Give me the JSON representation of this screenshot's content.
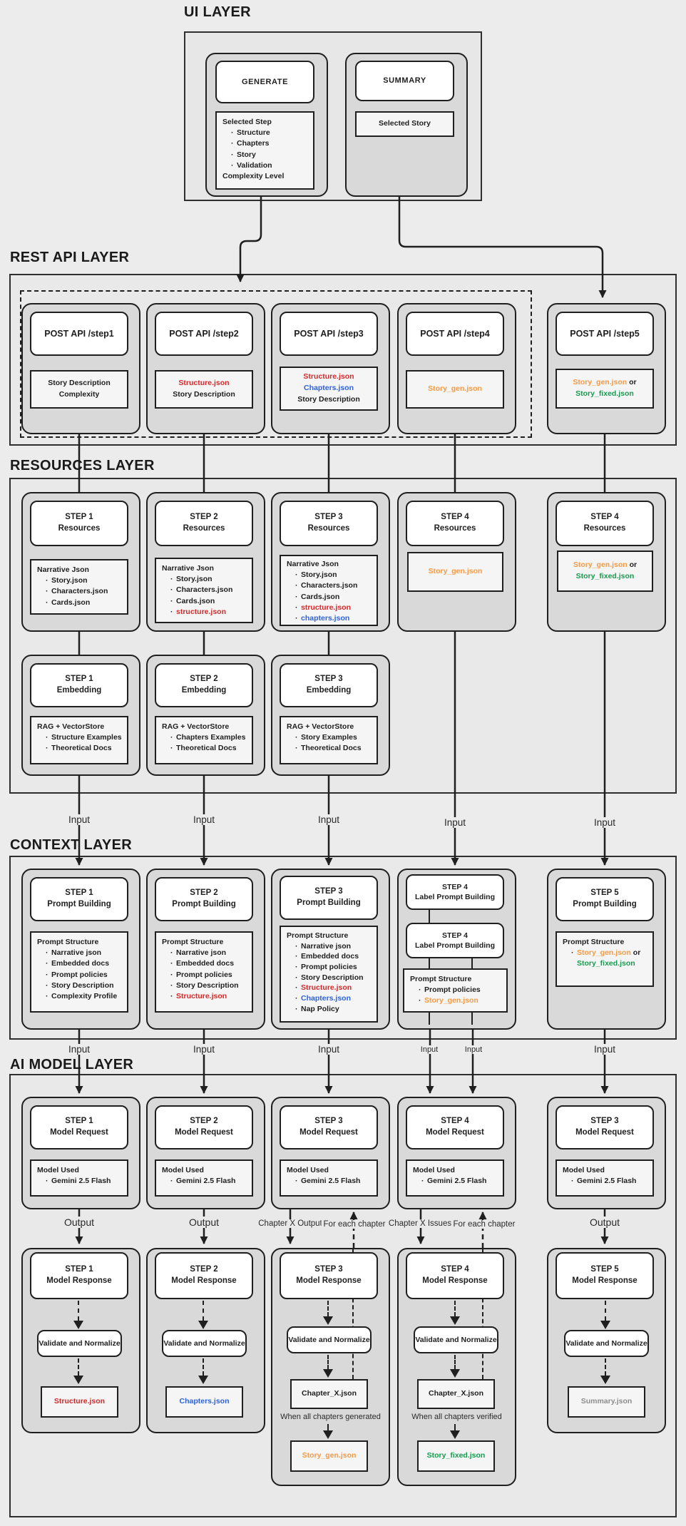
{
  "palette": {
    "dark": "#1f1f1f",
    "red": "#d62828",
    "blue": "#2e62d9",
    "orange": "#f59a42",
    "green": "#169c4f",
    "muted": "#8d8d8d"
  },
  "flow": {
    "input": "Input",
    "output": "Output"
  },
  "ui": {
    "label": "UI LAYER",
    "generate": {
      "title": "GENERATE",
      "panel_header": "Selected Step",
      "items": [
        "Structure",
        "Chapters",
        "Story",
        "Validation"
      ],
      "footer": "Complexity Level"
    },
    "summary": {
      "title": "SUMMARY",
      "panel_header": "Selected Story"
    }
  },
  "rest": {
    "label": "REST API LAYER",
    "cards": [
      {
        "title": "POST API /step1",
        "lines": [
          [
            {
              "t": "Story Description"
            }
          ],
          [
            {
              "t": "Complexity"
            }
          ]
        ]
      },
      {
        "title": "POST API /step2",
        "lines": [
          [
            {
              "t": "Structure.json",
              "c": "#d62828"
            }
          ],
          [
            {
              "t": "Story Description"
            }
          ]
        ]
      },
      {
        "title": "POST API /step3",
        "lines": [
          [
            {
              "t": "Structure.json",
              "c": "#d62828"
            }
          ],
          [
            {
              "t": "Chapters.json",
              "c": "#2e62d9"
            }
          ],
          [
            {
              "t": "Story Description"
            }
          ]
        ]
      },
      {
        "title": "POST API /step4",
        "lines": [
          [
            {
              "t": "Story_gen.json",
              "c": "#f59a42"
            }
          ]
        ]
      },
      {
        "title": "POST API /step5",
        "lines": [
          [
            {
              "t": "Story_gen.json",
              "c": "#f59a42"
            },
            {
              "t": " or"
            }
          ],
          [
            {
              "t": "Story_fixed.json",
              "c": "#169c4f"
            }
          ]
        ]
      }
    ]
  },
  "resources": {
    "label": "RESOURCES LAYER",
    "cards": [
      {
        "step": "STEP 1",
        "kind": "Resources",
        "header": "Narrative Json",
        "items": [
          {
            "t": "Story.json"
          },
          {
            "t": "Characters.json"
          },
          {
            "t": "Cards.json"
          }
        ]
      },
      {
        "step": "STEP 2",
        "kind": "Resources",
        "header": "Narrative Json",
        "items": [
          {
            "t": "Story.json"
          },
          {
            "t": "Characters.json"
          },
          {
            "t": "Cards.json"
          },
          {
            "t": "structure.json",
            "c": "#d62828"
          }
        ]
      },
      {
        "step": "STEP 3",
        "kind": "Resources",
        "header": "Narrative Json",
        "items": [
          {
            "t": "Story.json"
          },
          {
            "t": "Characters.json"
          },
          {
            "t": "Cards.json"
          },
          {
            "t": "structure.json",
            "c": "#d62828"
          },
          {
            "t": "chapters.json",
            "c": "#2e62d9"
          }
        ]
      },
      {
        "step": "STEP 4",
        "kind": "Resources",
        "lines": [
          [
            {
              "t": "Story_gen.json",
              "c": "#f59a42"
            }
          ]
        ]
      },
      {
        "step": "STEP 4",
        "kind": "Resources",
        "lines": [
          [
            {
              "t": "Story_gen.json",
              "c": "#f59a42"
            },
            {
              "t": " or"
            }
          ],
          [
            {
              "t": "Story_fixed.json",
              "c": "#169c4f"
            }
          ]
        ]
      }
    ],
    "embedding": [
      {
        "step": "STEP 1",
        "kind": "Embedding",
        "header": "RAG + VectorStore",
        "items": [
          {
            "t": "Structure Examples"
          },
          {
            "t": "Theoretical Docs"
          }
        ]
      },
      {
        "step": "STEP 2",
        "kind": "Embedding",
        "header": "RAG + VectorStore",
        "items": [
          {
            "t": "Chapters Examples"
          },
          {
            "t": "Theoretical Docs"
          }
        ]
      },
      {
        "step": "STEP 3",
        "kind": "Embedding",
        "header": "RAG + VectorStore",
        "items": [
          {
            "t": "Story Examples"
          },
          {
            "t": "Theoretical Docs"
          }
        ]
      }
    ]
  },
  "context": {
    "label": "CONTEXT LAYER",
    "cards": [
      {
        "step": "STEP 1",
        "kind": "Prompt Building",
        "header": "Prompt Structure",
        "items": [
          {
            "t": "Narrative json"
          },
          {
            "t": "Embedded docs"
          },
          {
            "t": "Prompt policies"
          },
          {
            "t": "Story Description"
          },
          {
            "t": "Complexity Profile"
          }
        ]
      },
      {
        "step": "STEP 2",
        "kind": "Prompt Building",
        "header": "Prompt Structure",
        "items": [
          {
            "t": "Narrative json"
          },
          {
            "t": "Embedded docs"
          },
          {
            "t": "Prompt policies"
          },
          {
            "t": "Story Description"
          },
          {
            "t": "Structure.json",
            "c": "#d62828"
          }
        ]
      },
      {
        "step": "STEP 3",
        "kind": "Prompt Building",
        "header": "Prompt Structure",
        "items": [
          {
            "t": "Narrative json"
          },
          {
            "t": "Embedded docs"
          },
          {
            "t": "Prompt policies"
          },
          {
            "t": "Story Description"
          },
          {
            "t": "Structure.json",
            "c": "#d62828"
          },
          {
            "t": "Chapters.json",
            "c": "#2e62d9"
          },
          {
            "t": "Nap Policy"
          }
        ]
      },
      {
        "step": "STEP 4",
        "kind": "Label Prompt Building",
        "step2": "STEP 4",
        "kind2": "Label Prompt Building",
        "header": "Prompt Structure",
        "items": [
          {
            "t": "Prompt policies"
          },
          {
            "t": "Story_gen.json",
            "c": "#f59a42"
          }
        ]
      },
      {
        "step": "STEP 5",
        "kind": "Prompt Building",
        "header": "Prompt Structure",
        "or_item": {
          "a": "Story_gen.json",
          "a_c": "#f59a42",
          "mid": " or",
          "b": "Story_fixed.json",
          "b_c": "#169c4f"
        }
      }
    ]
  },
  "ai": {
    "label": "AI MODEL LAYER",
    "request": [
      {
        "step": "STEP 1",
        "kind": "Model Request",
        "header": "Model Used",
        "items": [
          {
            "t": "Gemini 2.5 Flash"
          }
        ]
      },
      {
        "step": "STEP 2",
        "kind": "Model Request",
        "header": "Model Used",
        "items": [
          {
            "t": "Gemini 2.5 Flash"
          }
        ]
      },
      {
        "step": "STEP 3",
        "kind": "Model Request",
        "header": "Model Used",
        "items": [
          {
            "t": "Gemini 2.5 Flash"
          }
        ]
      },
      {
        "step": "STEP 4",
        "kind": "Model Request",
        "header": "Model Used",
        "items": [
          {
            "t": "Gemini 2.5 Flash"
          }
        ]
      },
      {
        "step": "STEP 3",
        "kind": "Model Request",
        "header": "Model Used",
        "items": [
          {
            "t": "Gemini 2.5 Flash"
          }
        ]
      }
    ],
    "labels": {
      "chapter_x_output": "Chapter X Output",
      "for_each_chapter": "For each chapter",
      "chapter_x_issues": "Chapter X Issues"
    },
    "response": [
      {
        "step": "STEP 1",
        "kind": "Model Response",
        "validate": "Validate and Normalize",
        "result": {
          "t": "Structure.json",
          "c": "#d62828"
        }
      },
      {
        "step": "STEP 2",
        "kind": "Model Response",
        "validate": "Validate and Normalize",
        "result": {
          "t": "Chapters.json",
          "c": "#2e62d9"
        }
      },
      {
        "step": "STEP 3",
        "kind": "Model Response",
        "validate": "Validate and Normalize",
        "chapter": {
          "t": "Chapter_X.json"
        },
        "note": "When all chapters generated",
        "result": {
          "t": "Story_gen.json",
          "c": "#f59a42"
        }
      },
      {
        "step": "STEP 4",
        "kind": "Model Response",
        "validate": "Validate and Normalize",
        "chapter": {
          "t": "Chapter_X.json"
        },
        "note": "When all chapters verified",
        "result": {
          "t": "Story_fixed.json",
          "c": "#169c4f"
        }
      },
      {
        "step": "STEP 5",
        "kind": "Model Response",
        "validate": "Validate and Normalize",
        "result": {
          "t": "Summary.json",
          "c": "#8d8d8d"
        }
      }
    ]
  }
}
